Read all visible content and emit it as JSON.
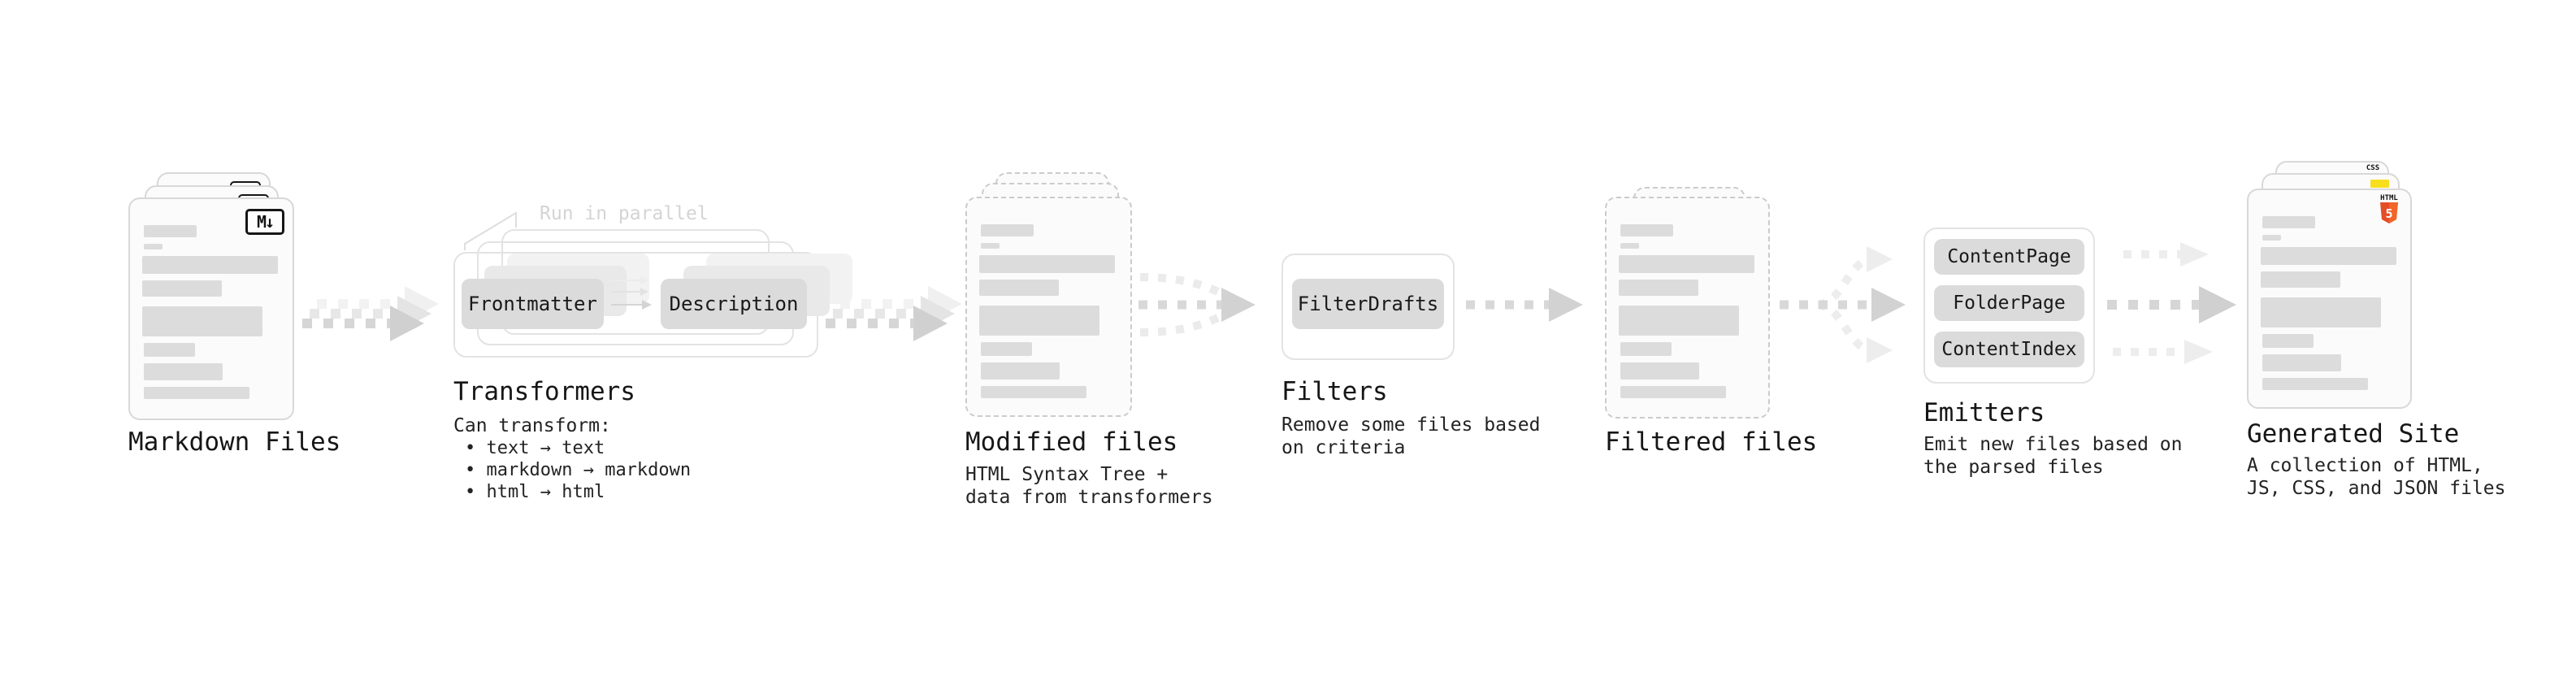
{
  "pipeline": {
    "markdown_files": {
      "label": "Markdown Files",
      "icon": "M↓"
    },
    "transformers": {
      "annotation": "Run in parallel",
      "input_pill": "Frontmatter",
      "output_pill": "Description",
      "label": "Transformers",
      "note_heading": "Can transform:",
      "bullets": [
        "text → text",
        "markdown → markdown",
        "html → html"
      ]
    },
    "modified_files": {
      "label": "Modified files",
      "sublabel_lines": [
        "HTML Syntax Tree +",
        "data from transformers"
      ]
    },
    "filters": {
      "pill": "FilterDrafts",
      "label": "Filters",
      "sublabel_lines": [
        "Remove some files based",
        "on criteria"
      ]
    },
    "filtered_files": {
      "label": "Filtered files"
    },
    "emitters": {
      "pills": [
        "ContentPage",
        "FolderPage",
        "ContentIndex"
      ],
      "label": "Emitters",
      "sublabel_lines": [
        "Emit new files based on",
        "the parsed files"
      ]
    },
    "generated_site": {
      "label": "Generated Site",
      "sublabel_lines": [
        "A collection of HTML,",
        "JS, CSS, and JSON files"
      ],
      "badges": {
        "html_label": "HTML",
        "html_number": "5",
        "css_label": "CSS"
      }
    }
  },
  "colors": {
    "html5_orange": "#e44d26",
    "html5_orange_light": "#f16529",
    "js_yellow": "#f7df1e",
    "css_blue": "#2962ff",
    "dash_gray": "#d7d7d7"
  }
}
